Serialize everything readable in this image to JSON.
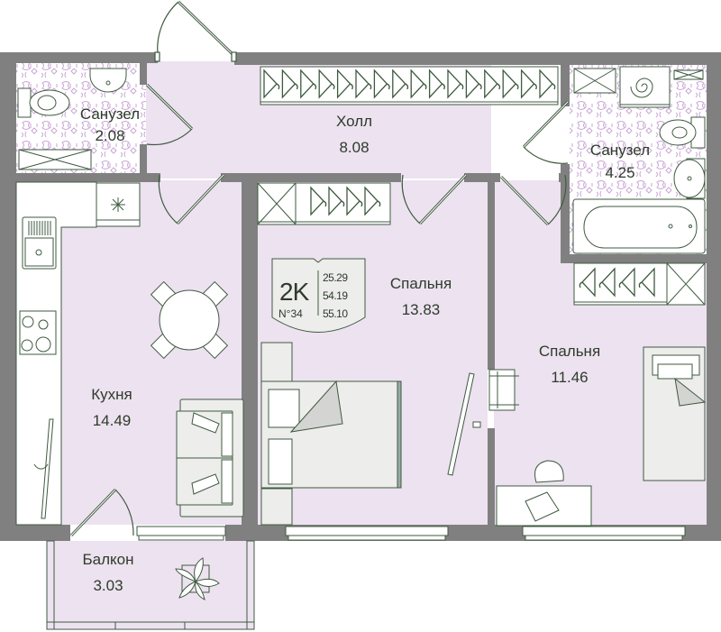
{
  "apartment": {
    "type_label": "2K",
    "number_label": "N°34",
    "areas": {
      "living": "25.29",
      "total": "54.19",
      "total_with_balcony": "55.10"
    }
  },
  "rooms": [
    {
      "id": "bathroom-small",
      "name": "Санузел",
      "area": "2.08"
    },
    {
      "id": "hall",
      "name": "Холл",
      "area": "8.08"
    },
    {
      "id": "bathroom-large",
      "name": "Санузел",
      "area": "4.25"
    },
    {
      "id": "kitchen",
      "name": "Кухня",
      "area": "14.49"
    },
    {
      "id": "bedroom-1",
      "name": "Спальня",
      "area": "13.83"
    },
    {
      "id": "bedroom-2",
      "name": "Спальня",
      "area": "11.46"
    },
    {
      "id": "balcony",
      "name": "Балкон",
      "area": "3.03"
    }
  ],
  "colors": {
    "wall": "#808080",
    "floor": "#ede2f0",
    "tile_pattern": "#c9a6d6",
    "line": "#3f5a40",
    "furniture_fill": "#ededeb",
    "text": "#2e3b2c"
  }
}
